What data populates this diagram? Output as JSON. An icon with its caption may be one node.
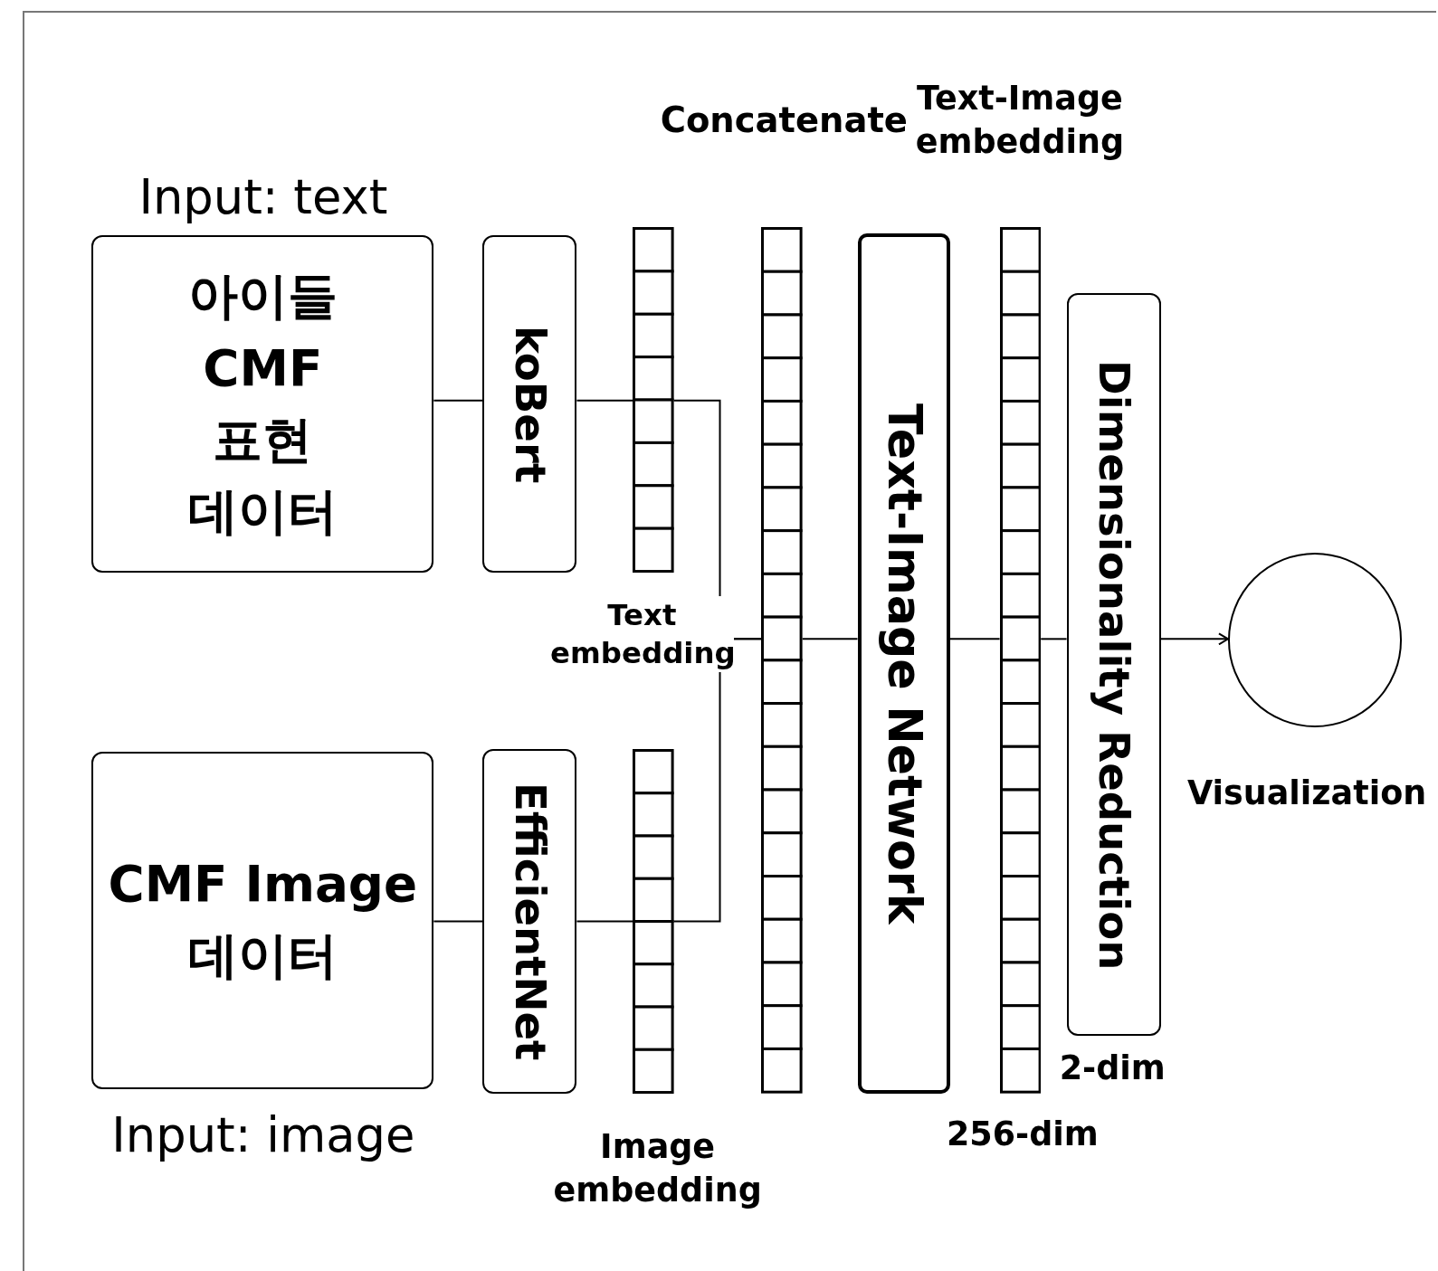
{
  "diagram": {
    "nodes": [
      {
        "text": [
          "아이들 CMF 표현 데이터"
        ],
        "beside": [
          "Input: text"
        ]
      },
      {
        "text": [
          "koBert"
        ]
      },
      {
        "text": [],
        "shape": "bar",
        "beside": [
          "Text embedding"
        ]
      },
      {
        "text": [
          "CMF Image 데이터"
        ],
        "beside": [
          "Input: image"
        ]
      },
      {
        "text": [
          "EfficientNet"
        ]
      },
      {
        "text": [],
        "shape": "bar",
        "beside": [
          "Image embedding"
        ]
      },
      {
        "text": [],
        "shape": "bar",
        "beside": [
          "Concatenate"
        ]
      },
      {
        "text": [
          "Text-Image Network"
        ]
      },
      {
        "text": [],
        "shape": "bar",
        "beside": [
          "Text-Image embedding",
          "256-dim"
        ]
      },
      {
        "text": [
          "Dimensionality Reduction"
        ],
        "beside": [
          "2-dim"
        ]
      },
      {
        "text": [],
        "shape": "circle"
      }
    ],
    "labels": [
      "Visualization"
    ],
    "edges": [
      {
        "from": 0,
        "to": 1,
        "arrow": "none"
      },
      {
        "from": 1,
        "to": 2,
        "arrow": "none"
      },
      {
        "from": 3,
        "to": 4,
        "arrow": "none"
      },
      {
        "from": 4,
        "to": 5,
        "arrow": "none"
      },
      {
        "from": 2,
        "to": 6,
        "arrow": "none"
      },
      {
        "from": 5,
        "to": 6,
        "arrow": "none"
      },
      {
        "from": 6,
        "to": 7,
        "arrow": "none"
      },
      {
        "from": 7,
        "to": 8,
        "arrow": "none"
      },
      {
        "from": 8,
        "to": 9,
        "arrow": "none"
      },
      {
        "from": 9,
        "to": 10,
        "arrow": "to"
      }
    ]
  }
}
